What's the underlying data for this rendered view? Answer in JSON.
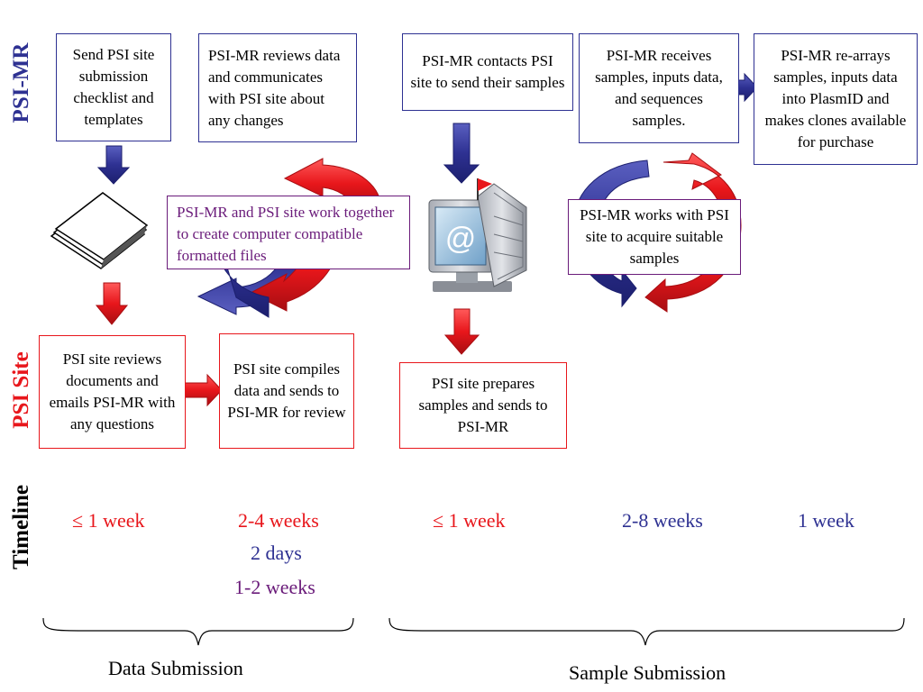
{
  "lanes": {
    "psi_mr": "PSI-MR",
    "psi_site": "PSI Site",
    "timeline": "Timeline"
  },
  "boxes": {
    "send_checklist": "Send PSI site submission checklist and templates",
    "reviews_data": "PSI-MR reviews data and communicates with PSI site about any changes",
    "contacts_site": "PSI-MR contacts PSI site to send their samples",
    "receives_samples": "PSI-MR receives samples, inputs data, and sequences samples.",
    "rearrays": "PSI-MR re-arrays samples, inputs data into PlasmID and makes clones available for purchase",
    "work_together": "PSI-MR and PSI site work together to create computer compatible formatted files",
    "works_with_site": "PSI-MR works with PSI site to acquire suitable samples",
    "site_reviews": "PSI site reviews documents and emails PSI-MR with any questions",
    "site_compiles": "PSI site compiles data and sends to PSI-MR for review",
    "site_prepares": "PSI site prepares samples and sends to PSI-MR"
  },
  "timeline": {
    "t1": "≤ 1 week",
    "t2": "2-4 weeks",
    "t3": "2 days",
    "t4": "1-2 weeks",
    "t5": "≤ 1 week",
    "t6": "2-8 weeks",
    "t7": "1 week"
  },
  "phases": {
    "data": "Data Submission",
    "sample": "Sample Submission"
  },
  "colors": {
    "blue": "#2e3192",
    "red": "#e8161b",
    "purple": "#6a1b7a"
  },
  "icons": [
    "document-stack-icon",
    "mail-computer-icon",
    "cycle-arrows-icon"
  ]
}
